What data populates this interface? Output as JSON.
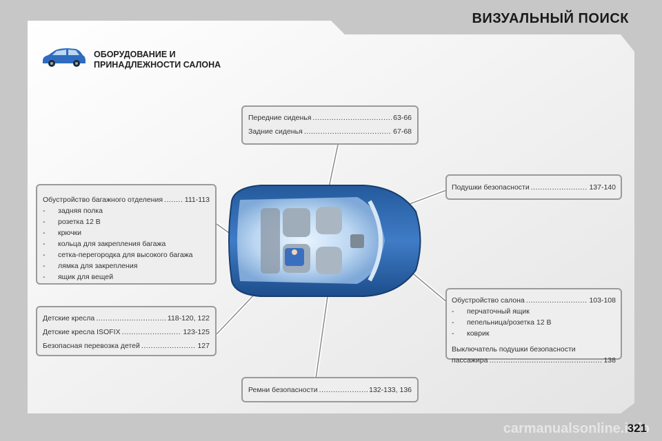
{
  "header": {
    "title": "ВИЗУАЛЬНЫЙ ПОИСК"
  },
  "section": {
    "heading_line1": "ОБОРУДОВАНИЕ И",
    "heading_line2": "ПРИНАДЛЕЖНОСТИ САЛОНА",
    "icon": "car-side-icon"
  },
  "callouts": {
    "seats": {
      "rows": [
        {
          "label": "Передние сиденья",
          "pages": "63-66"
        },
        {
          "label": "Задние сиденья",
          "pages": "67-68"
        }
      ]
    },
    "airbags": {
      "rows": [
        {
          "label": "Подушки безопасности",
          "pages": "137-140"
        }
      ]
    },
    "boot": {
      "title": {
        "label": "Обустройство багажного отделения",
        "pages": "111-113"
      },
      "dash": "-",
      "items": [
        "задняя полка",
        "розетка 12 В",
        "крючки",
        "кольца для закрепления багажа",
        "сетка-перегородка для высокого багажа",
        "лямка для закрепления",
        "ящик для вещей"
      ]
    },
    "child": {
      "rows": [
        {
          "label": "Детские кресла",
          "pages": "118-120, 122"
        },
        {
          "label": "Детские кресла ISOFIX",
          "pages": "123-125"
        },
        {
          "label": "Безопасная перевозка детей",
          "pages": "127"
        }
      ]
    },
    "cabin": {
      "title": {
        "label": "Обустройство салона",
        "pages": "103-108"
      },
      "dash": "-",
      "items": [
        "перчаточный ящик",
        "пепельница/розетка 12 В",
        "коврик"
      ],
      "switch_line1": "Выключатель подушки безопасности",
      "switch_row": {
        "label": "пассажира",
        "pages": "138"
      }
    },
    "belts": {
      "rows": [
        {
          "label": "Ремни безопасности",
          "pages": "132-133, 136"
        }
      ]
    }
  },
  "colors": {
    "car_blue": "#2f5fa3",
    "card_bg": "#eeeeee",
    "card_border": "#9a9a9a",
    "page_bg": "#f3f3f3"
  },
  "footer": {
    "page_number": "321",
    "watermark": "carmanualsonline.info"
  }
}
